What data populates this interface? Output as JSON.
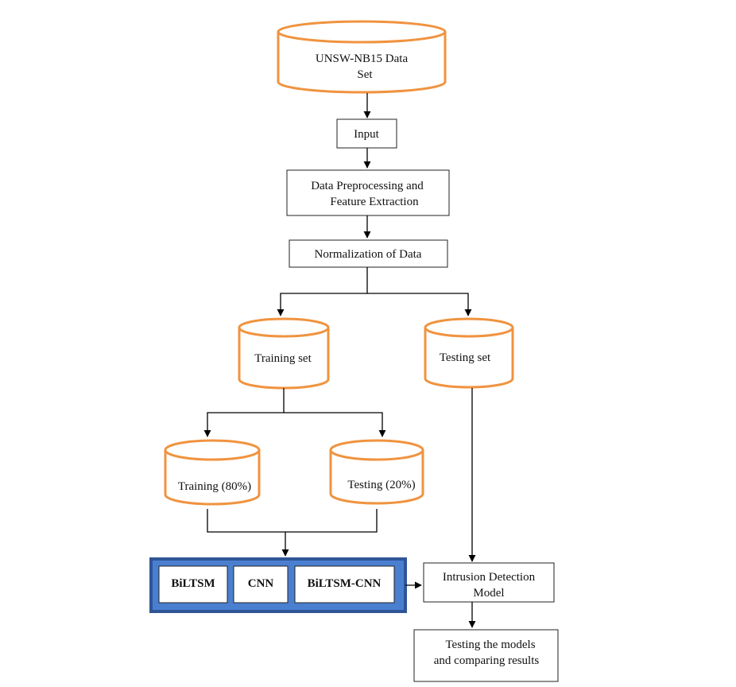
{
  "diagram": {
    "nodes": {
      "dataset": {
        "line1": "UNSW-NB15 Data",
        "line2": "Set"
      },
      "input": {
        "label": "Input"
      },
      "preprocessing": {
        "line1": "Data Preprocessing and",
        "line2": "Feature Extraction"
      },
      "normalization": {
        "label": "Normalization of Data"
      },
      "training_set": {
        "label": "Training set"
      },
      "testing_set": {
        "label": "Testing set"
      },
      "training_split": {
        "label": "Training (80%)"
      },
      "testing_split": {
        "label": "Testing (20%)"
      },
      "models": [
        "BiLTSM",
        "CNN",
        "BiLTSM-CNN"
      ],
      "ids_model": {
        "line1": "Intrusion Detection",
        "line2": "Model"
      },
      "results": {
        "line1": "Testing the models",
        "line2": "and comparing results"
      }
    },
    "colors": {
      "cylinder_stroke": "#f0933f",
      "models_panel_fill": "#4a7fd0",
      "models_panel_border": "#2f5597"
    }
  }
}
